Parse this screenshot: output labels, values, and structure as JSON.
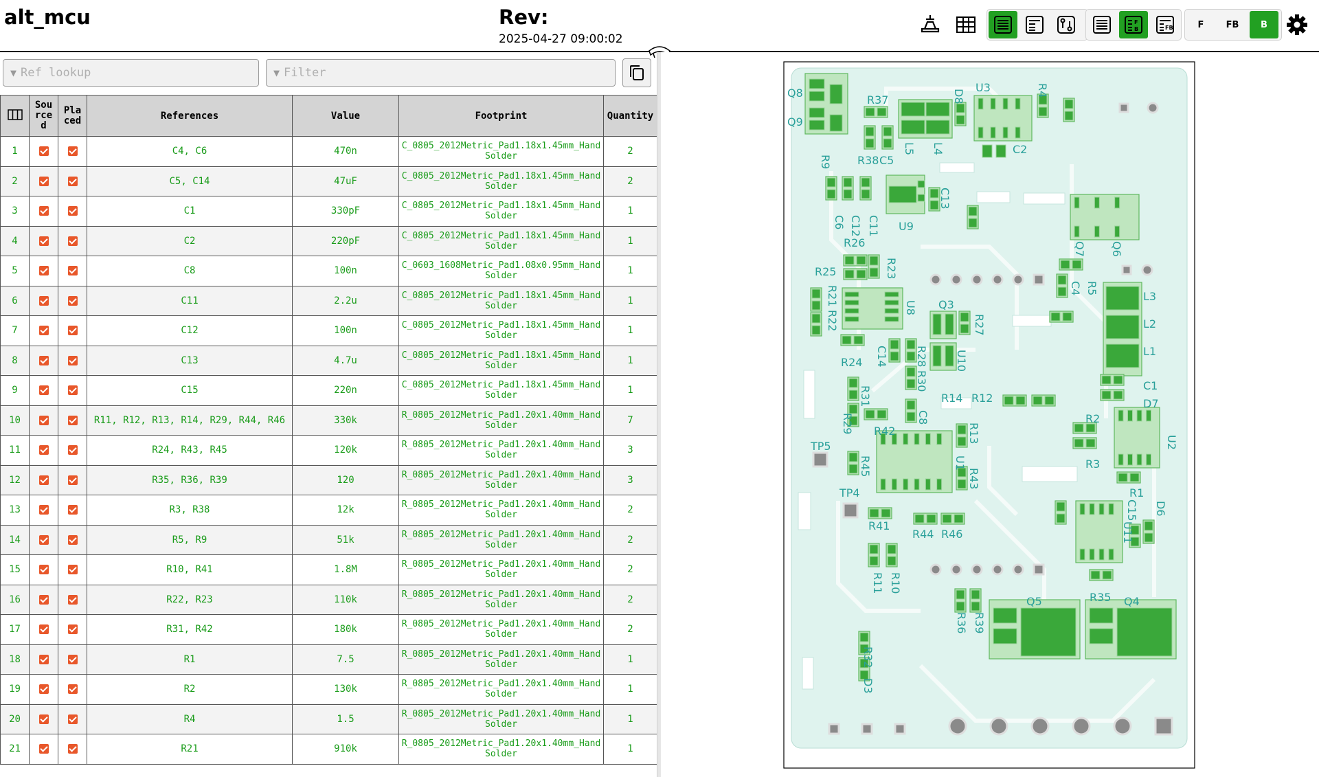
{
  "header": {
    "title": "alt_mcu",
    "rev_label": "Rev:",
    "rev_date": "2025-04-27 09:00:02"
  },
  "toolbar": {
    "layout_buttons": [
      "F",
      "FB",
      "B"
    ],
    "active_layout": "B",
    "icons": [
      "dark-mode-icon",
      "grid-icon",
      "bom-only-icon",
      "bom-left-icon",
      "netlist-icon",
      "list-icon",
      "list-front-back-icon",
      "list-front-back-merged-icon",
      "gear-icon"
    ]
  },
  "search": {
    "ref_placeholder": "Ref lookup",
    "filter_placeholder": "Filter"
  },
  "colors": {
    "accent_green": "#22a022",
    "text_green": "#1a9c1a",
    "checkbox_orange": "#e8572a",
    "board_fill": "#dff3ee",
    "pad_green": "#3aa83a"
  },
  "table": {
    "headers": {
      "sourced": "Sourced",
      "placed": "Placed",
      "references": "References",
      "value": "Value",
      "footprint": "Footprint",
      "quantity": "Quantity"
    },
    "rows": [
      {
        "n": "1",
        "refs": "C4, C6",
        "value": "470n",
        "fp": "C_0805_2012Metric_Pad1.18x1.45mm_HandSolder",
        "qty": "2"
      },
      {
        "n": "2",
        "refs": "C5, C14",
        "value": "47uF",
        "fp": "C_0805_2012Metric_Pad1.18x1.45mm_HandSolder",
        "qty": "2"
      },
      {
        "n": "3",
        "refs": "C1",
        "value": "330pF",
        "fp": "C_0805_2012Metric_Pad1.18x1.45mm_HandSolder",
        "qty": "1"
      },
      {
        "n": "4",
        "refs": "C2",
        "value": "220pF",
        "fp": "C_0805_2012Metric_Pad1.18x1.45mm_HandSolder",
        "qty": "1"
      },
      {
        "n": "5",
        "refs": "C8",
        "value": "100n",
        "fp": "C_0603_1608Metric_Pad1.08x0.95mm_HandSolder",
        "qty": "1"
      },
      {
        "n": "6",
        "refs": "C11",
        "value": "2.2u",
        "fp": "C_0805_2012Metric_Pad1.18x1.45mm_HandSolder",
        "qty": "1"
      },
      {
        "n": "7",
        "refs": "C12",
        "value": "100n",
        "fp": "C_0805_2012Metric_Pad1.18x1.45mm_HandSolder",
        "qty": "1"
      },
      {
        "n": "8",
        "refs": "C13",
        "value": "4.7u",
        "fp": "C_0805_2012Metric_Pad1.18x1.45mm_HandSolder",
        "qty": "1"
      },
      {
        "n": "9",
        "refs": "C15",
        "value": "220n",
        "fp": "C_0805_2012Metric_Pad1.18x1.45mm_HandSolder",
        "qty": "1"
      },
      {
        "n": "10",
        "refs": "R11, R12, R13, R14, R29, R44, R46",
        "value": "330k",
        "fp": "R_0805_2012Metric_Pad1.20x1.40mm_HandSolder",
        "qty": "7"
      },
      {
        "n": "11",
        "refs": "R24, R43, R45",
        "value": "120k",
        "fp": "R_0805_2012Metric_Pad1.20x1.40mm_HandSolder",
        "qty": "3"
      },
      {
        "n": "12",
        "refs": "R35, R36, R39",
        "value": "120",
        "fp": "R_0805_2012Metric_Pad1.20x1.40mm_HandSolder",
        "qty": "3"
      },
      {
        "n": "13",
        "refs": "R3, R38",
        "value": "12k",
        "fp": "R_0805_2012Metric_Pad1.20x1.40mm_HandSolder",
        "qty": "2"
      },
      {
        "n": "14",
        "refs": "R5, R9",
        "value": "51k",
        "fp": "R_0805_2012Metric_Pad1.20x1.40mm_HandSolder",
        "qty": "2"
      },
      {
        "n": "15",
        "refs": "R10, R41",
        "value": "1.8M",
        "fp": "R_0805_2012Metric_Pad1.20x1.40mm_HandSolder",
        "qty": "2"
      },
      {
        "n": "16",
        "refs": "R22, R23",
        "value": "110k",
        "fp": "R_0805_2012Metric_Pad1.20x1.40mm_HandSolder",
        "qty": "2"
      },
      {
        "n": "17",
        "refs": "R31, R42",
        "value": "180k",
        "fp": "R_0805_2012Metric_Pad1.20x1.40mm_HandSolder",
        "qty": "2"
      },
      {
        "n": "18",
        "refs": "R1",
        "value": "7.5",
        "fp": "R_0805_2012Metric_Pad1.20x1.40mm_HandSolder",
        "qty": "1"
      },
      {
        "n": "19",
        "refs": "R2",
        "value": "130k",
        "fp": "R_0805_2012Metric_Pad1.20x1.40mm_HandSolder",
        "qty": "1"
      },
      {
        "n": "20",
        "refs": "R4",
        "value": "1.5",
        "fp": "R_0805_2012Metric_Pad1.20x1.40mm_HandSolder",
        "qty": "1"
      },
      {
        "n": "21",
        "refs": "R21",
        "value": "910k",
        "fp": "R_0805_2012Metric_Pad1.20x1.40mm_HandSolder",
        "qty": "1"
      }
    ]
  },
  "pcb": {
    "labels": [
      "Q8",
      "Q9",
      "R37",
      "D8",
      "U3",
      "R4",
      "R9",
      "R38",
      "C5",
      "L5",
      "L4",
      "C2",
      "C6",
      "C12",
      "C11",
      "U9",
      "C13",
      "R26",
      "R23",
      "Q7",
      "Q6",
      "R25",
      "R21",
      "R22",
      "U8",
      "Q3",
      "R27",
      "C4",
      "R5",
      "L3",
      "L2",
      "L1",
      "R24",
      "C14",
      "R28",
      "R30",
      "U10",
      "R31",
      "R29",
      "C8",
      "R14",
      "R12",
      "C1",
      "D7",
      "R2",
      "U2",
      "R42",
      "R13",
      "TP5",
      "R45",
      "U1",
      "R43",
      "R3",
      "R1",
      "TP4",
      "R41",
      "R44",
      "R46",
      "C15",
      "D6",
      "U11",
      "R11",
      "R10",
      "R35",
      "Q5",
      "Q4",
      "R36",
      "R39",
      "R32",
      "D3"
    ]
  }
}
